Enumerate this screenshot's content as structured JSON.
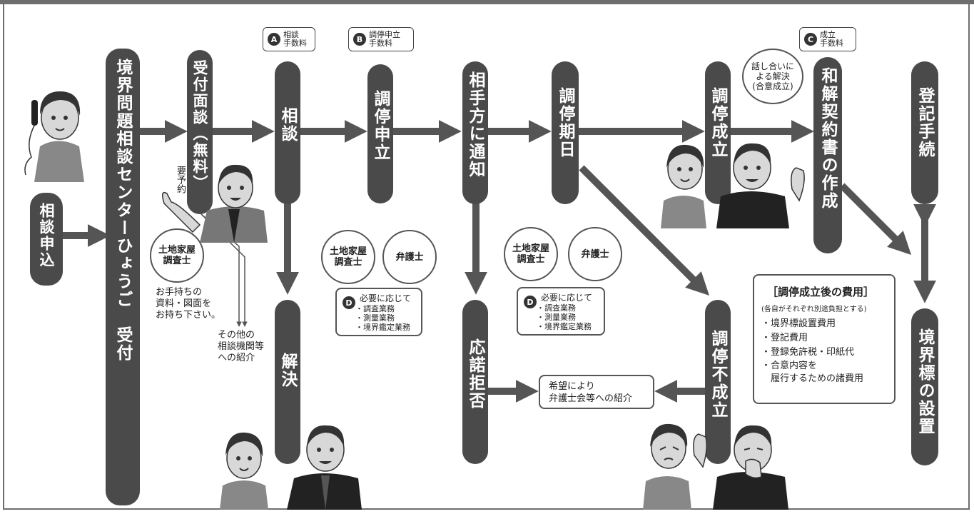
{
  "nodes": {
    "apply": "相談申込",
    "center": "境界問題相談センターひょうご　受付",
    "reception": "受付面談（無料）",
    "consult": "相談",
    "resolved": "解決",
    "mediation_filing": "調停申立",
    "notify": "相手方に通知",
    "refuse": "応諾拒否",
    "mediation_date": "調停期日",
    "settled": "調停成立",
    "failed": "調停不成立",
    "agreement": "和解契約書の作成",
    "registration": "登記手続",
    "boundary_marker": "境界標の設置"
  },
  "tags": {
    "a": {
      "badge": "A",
      "text": "相談\n手数料"
    },
    "b": {
      "badge": "B",
      "text": "調停申立\n手数料"
    },
    "c": {
      "badge": "C",
      "text": "成立\n手数料"
    }
  },
  "notes": {
    "reservation": "要予約",
    "bring_docs": "お手持ちの\n資料・図面を\nお持ち下さい。",
    "other_orgs": "その他の\n相談機関等\nへの紹介",
    "agreement_bubble": "話し合いに\nよる解決\n(合意成立)",
    "referral": "希望により\n弁護士会等への紹介"
  },
  "circles": {
    "surveyor": "土地家屋\n調査士",
    "lawyer": "弁護士"
  },
  "d_boxes": {
    "badge": "D",
    "title": "必要に応じて",
    "items": [
      "・調査業務",
      "・測量業務",
      "・境界鑑定業務"
    ]
  },
  "costs": {
    "title": "［調停成立後の費用］",
    "subtitle": "(各自がそれぞれ別途負担とする)",
    "items": [
      "・境界標設置費用",
      "・登記費用",
      "・登録免許税・印紙代",
      "・合意内容を\n　履行するための諸費用"
    ]
  },
  "colors": {
    "pill": "#4a4a4a",
    "arrow": "#555555",
    "frame": "#6e6e6e"
  }
}
